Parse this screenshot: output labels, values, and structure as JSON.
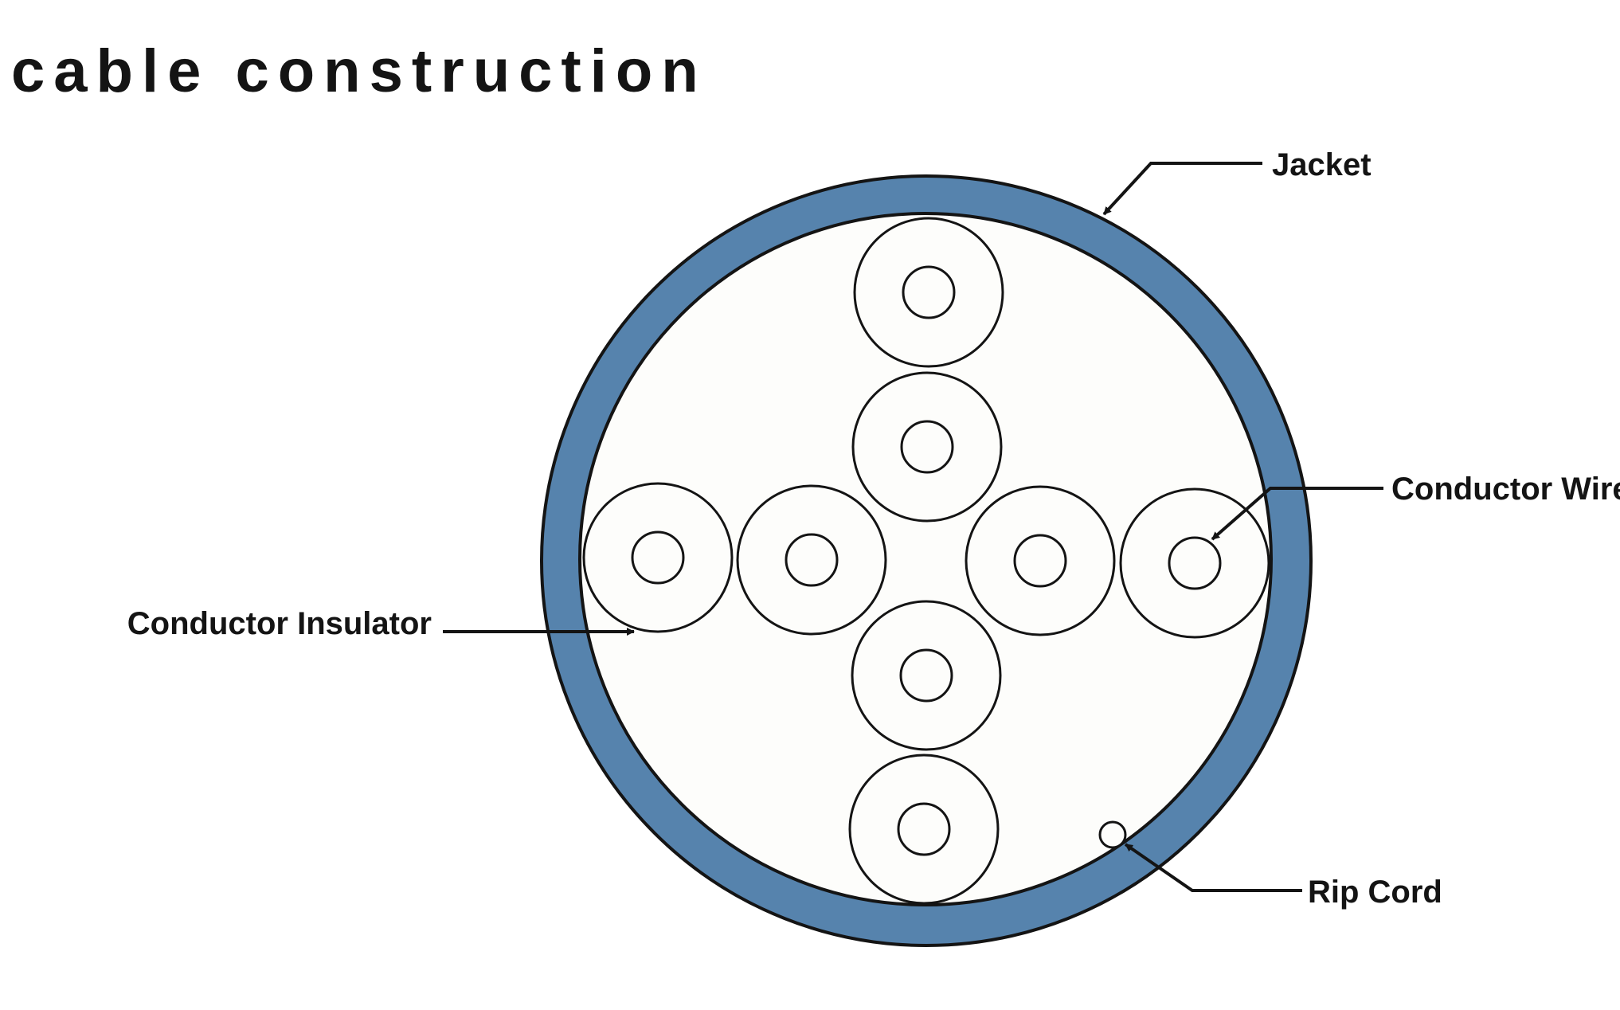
{
  "title": "cable construction",
  "colors": {
    "jacket": "#5683ad",
    "outline": "#141414",
    "core": "#fdfdfb",
    "page_background": "#ffffff"
  },
  "labels": {
    "jacket": "Jacket",
    "conductor_wire": "Conductor Wire",
    "conductor_insulator": "Conductor Insulator",
    "rip_cord": "Rip Cord"
  }
}
